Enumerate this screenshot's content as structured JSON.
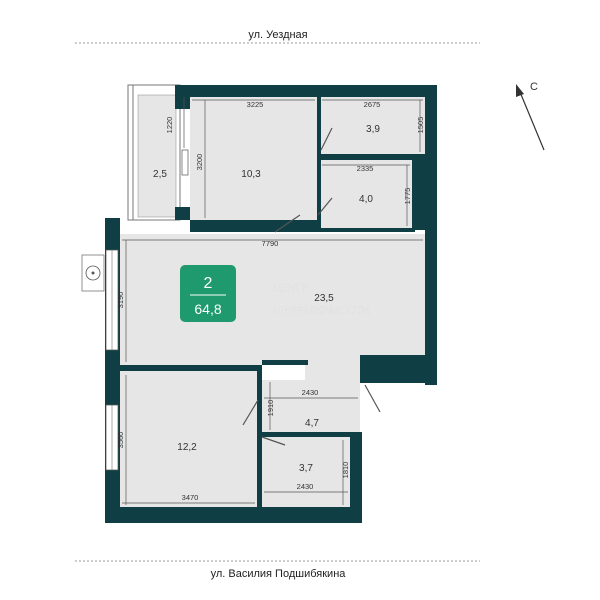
{
  "streets": {
    "top": "ул. Уездная",
    "bottom": "ул. Василия Подшибякина"
  },
  "compass": {
    "label": "С"
  },
  "badge": {
    "rooms": "2",
    "total_area": "64,8",
    "color": "#1e9a6e"
  },
  "watermark": {
    "line1": "ЦЕНТР",
    "line2": "НЕДВИЖИМОСТИ"
  },
  "rooms": {
    "balcony": {
      "area": "2,5"
    },
    "bedroom_top": {
      "area": "10,3"
    },
    "bathroom_top": {
      "area": "3,9"
    },
    "bathroom_mid": {
      "area": "4,0"
    },
    "living": {
      "area": "23,5"
    },
    "bedroom_bottom": {
      "area": "12,2"
    },
    "hall": {
      "area": "4,7"
    },
    "bath_bottom": {
      "area": "3,7"
    }
  },
  "dimensions": {
    "balcony_len": "1220",
    "bedroom_top_width": "3225",
    "bedroom_top_height": "3200",
    "bath_top_width": "2675",
    "bath_top_height": "1505",
    "bath_mid_width": "2335",
    "bath_mid_height": "1775",
    "living_width": "7790",
    "living_height": "3190",
    "hall_width": "2430",
    "hall_height": "1910",
    "bedroom_bottom_height": "3560",
    "bedroom_bottom_width": "3470",
    "bath_bottom_width": "2430",
    "bath_bottom_height": "1810"
  },
  "colors": {
    "wall": "#0f3f45",
    "floor": "#e6e6e6",
    "accent": "#1e9a6e"
  }
}
